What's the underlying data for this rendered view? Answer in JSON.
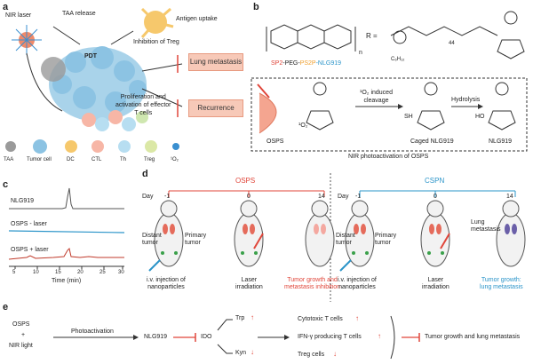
{
  "panels": {
    "a": "a",
    "b": "b",
    "c": "c",
    "d": "d",
    "e": "e"
  },
  "panel_a": {
    "nir_laser": "NIR laser",
    "taa_release": "TAA release",
    "antigen_uptake": "Antigen uptake",
    "pdt": "PDT",
    "inhibition_treg": "Inhibition of Treg",
    "proliferation": "Proliferation and\nactivation of effector\nT cells",
    "lung_metastasis": "Lung metastasis",
    "recurrence": "Recurrence",
    "legend": [
      "TAA",
      "Tumor cell",
      "DC",
      "CTL",
      "Th",
      "Treg",
      "¹O₂"
    ]
  },
  "panel_b": {
    "r_eq": "R =",
    "n": "n",
    "index44": "44",
    "c6h12": "C₆H₁₂",
    "polymer_label": [
      "SP2",
      "-PEG-",
      "PS2P",
      "-NLG919"
    ],
    "singlet_cleavage": "¹O₂ induced\ncleavage",
    "hydrolysis": "Hydrolysis",
    "osps": "OSPS",
    "caged": "Caged NLG919",
    "nlg919": "NLG919",
    "o2": "¹O₂",
    "sh": "SH",
    "ho": "HO",
    "caption": "NIR photoactivation of OSPS"
  },
  "panel_c": {
    "traces": [
      "NLG919",
      "OSPS - laser",
      "OSPS + laser"
    ],
    "xticks": [
      "5",
      "10",
      "15",
      "20",
      "25",
      "30"
    ],
    "xlabel": "Time (min)"
  },
  "panel_d": {
    "left_title": "OSPS",
    "right_title": "CSPN",
    "day": "Day",
    "days": [
      "-1",
      "0",
      "14"
    ],
    "distant_tumor": "Distant\ntumor",
    "primary_tumor": "Primary\ntumor",
    "lung_meta": "Lung\nmetastasis",
    "iv": "i.v. injection of\nnanoparticles",
    "laser": "Laser\nirradiation",
    "left_outcome": "Tumor growth and\nmetastasis inhibition",
    "right_outcome": "Tumor growth:\nlung metastasis"
  },
  "panel_e": {
    "osps": "OSPS",
    "plus": "+",
    "nir": "NIR light",
    "photoactivation": "Photoactivation",
    "nlg919": "NLG919",
    "ido": "IDO",
    "trp": "Trp",
    "kyn": "Kyn",
    "cytotoxic": "Cytotoxic T cells",
    "ifn": "IFN-γ producing T cells",
    "treg": "Treg cells",
    "outcome": "Tumor growth and lung metastasis"
  },
  "colors": {
    "accent_red": "#e0463a",
    "accent_blue": "#2a94c9",
    "accent_orange": "#f0a030",
    "pink_box": "#f7c9b8"
  }
}
